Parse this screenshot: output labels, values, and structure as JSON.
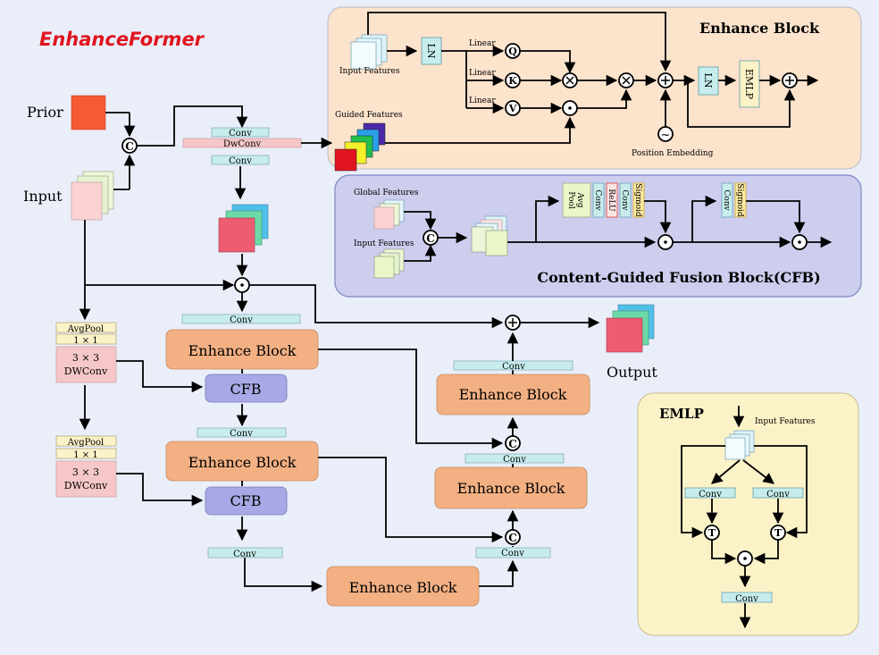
{
  "colors": {
    "background": "#e9eef9",
    "title": "#e0141e",
    "enhance_panel": "#fbe3cc",
    "cfb_panel": "#cdcdee",
    "emlp_panel": "#fbf2c8",
    "enhance_block": "#f2b083",
    "cfb": "#a8a8e6",
    "conv": "#c7ecec",
    "dwconv": "#f6c7c7",
    "prior": "#f55a32",
    "input": "#fbd1d1"
  },
  "title": "EnhanceFormer",
  "labels": {
    "prior": "Prior",
    "input": "Input",
    "output": "Output",
    "conv": "Conv",
    "dwconv": "DwConv",
    "enhance_block": "Enhance Block",
    "cfb": "CFB",
    "avgpool": "AvgPool",
    "one_by_one": "1 × 1",
    "three_by_three": "3 × 3",
    "dwconv2": "DWConv"
  },
  "enhance_panel": {
    "title": "Enhance Block",
    "input_features": "Input Features",
    "guided_features": "Guided Features",
    "ln": "LN",
    "linear": "Linear",
    "q": "Q",
    "k": "K",
    "v": "V",
    "emlp": "EMLP",
    "position_embedding": "Position Embedding"
  },
  "cfb_panel": {
    "title": "Content-Guided Fusion Block(CFB)",
    "global_features": "Global Features",
    "input_features": "Input Features",
    "avg_pool": "Avg\nPool",
    "conv": "Conv",
    "relu": "ReLU",
    "sigmoid": "Sigmoid"
  },
  "emlp_panel": {
    "title": "EMLP",
    "input_features": "Input Features",
    "conv": "Conv",
    "t": "T"
  },
  "symbols": {
    "concat": "C",
    "plus": "+",
    "times": "×",
    "dot": "·",
    "tilde": "~"
  }
}
